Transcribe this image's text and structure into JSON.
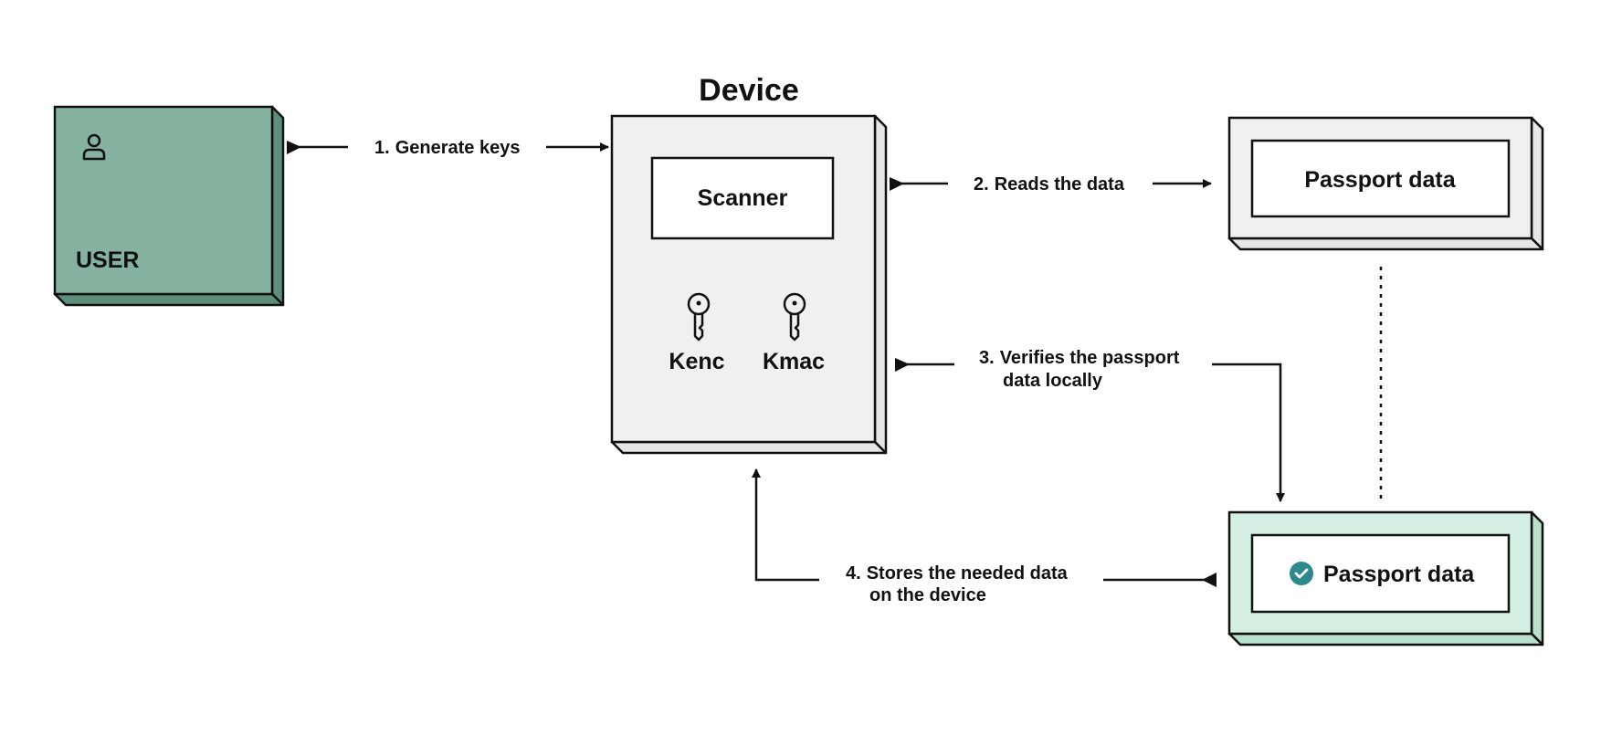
{
  "device": {
    "title": "Device",
    "scanner_label": "Scanner",
    "keys": [
      "Kenc",
      "Kmac"
    ]
  },
  "user": {
    "label": "USER",
    "icon": "user-icon",
    "color": "#85b3a0"
  },
  "passport_top": {
    "label": "Passport data",
    "color": "#f0f0f0"
  },
  "passport_bottom": {
    "label": "Passport data",
    "icon": "check-circle-icon",
    "color": "#d5f0e3",
    "icon_color": "#2e8a8a"
  },
  "steps": [
    {
      "number": "1.",
      "lines": [
        "Generate keys"
      ]
    },
    {
      "number": "2.",
      "lines": [
        "Reads the data"
      ]
    },
    {
      "number": "3.",
      "lines": [
        "Verifies the passport",
        "data locally"
      ]
    },
    {
      "number": "4.",
      "lines": [
        "Stores the needed data",
        "on the device"
      ]
    }
  ]
}
